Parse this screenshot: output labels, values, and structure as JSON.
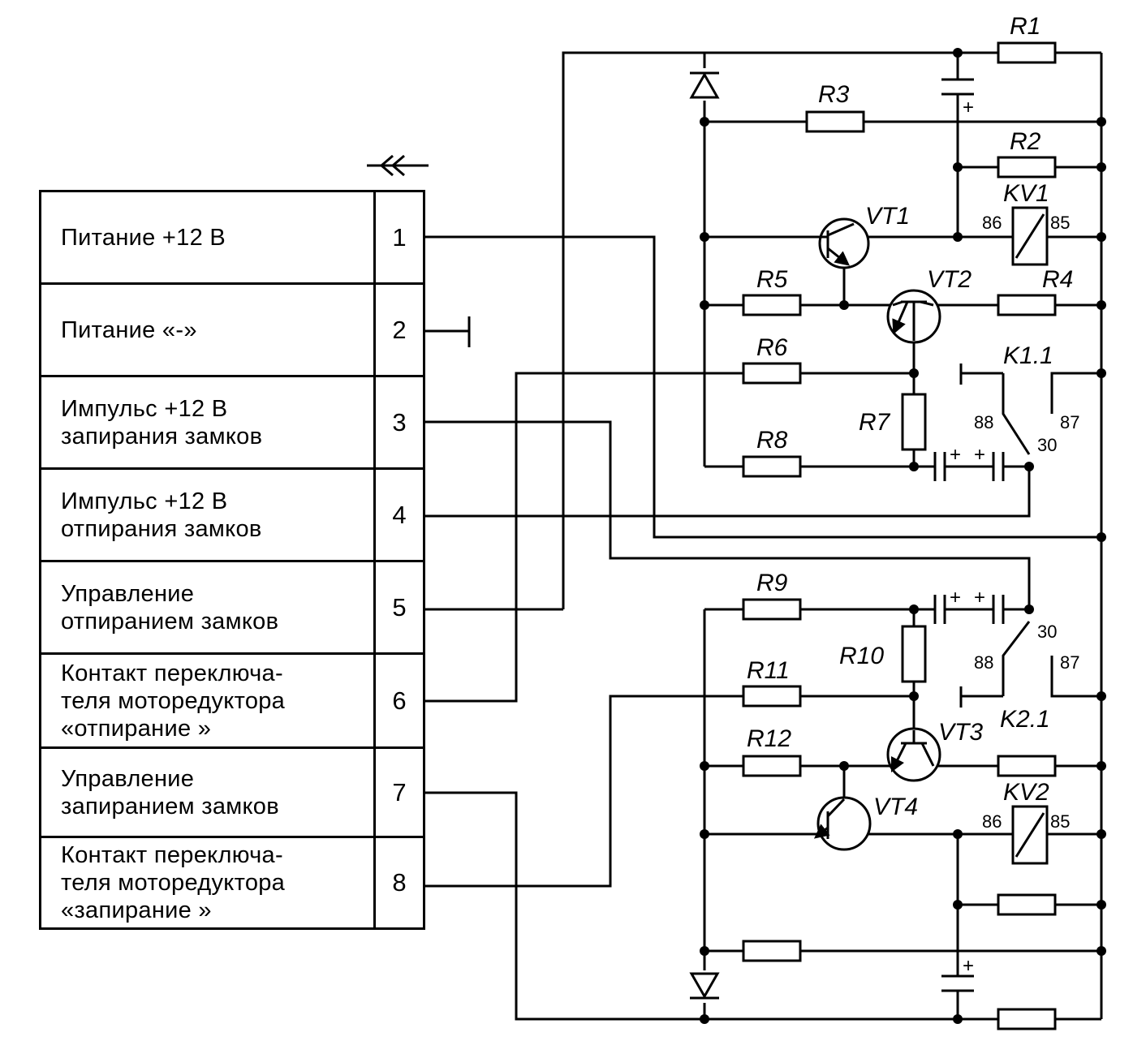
{
  "connector": {
    "rows": [
      {
        "label": "Питание +12 В",
        "pin": "1"
      },
      {
        "label": "Питание «-»",
        "pin": "2"
      },
      {
        "label": "Импульс +12 В\nзапирания замков",
        "pin": "3"
      },
      {
        "label": "Импульс +12 В\nотпирания замков",
        "pin": "4"
      },
      {
        "label": "Управление\nотпиранием замков",
        "pin": "5"
      },
      {
        "label": "Контакт переключа-\nтеля моторедуктора\n«отпирание »",
        "pin": "6"
      },
      {
        "label": "Управление\nзапиранием замков",
        "pin": "7"
      },
      {
        "label": "Контакт переключа-\nтеля моторедуктора\n«запирание »",
        "pin": "8"
      }
    ]
  },
  "labels": {
    "r1": "R1",
    "r2": "R2",
    "r3": "R3",
    "r4": "R4",
    "r5": "R5",
    "r6": "R6",
    "r7": "R7",
    "r8": "R8",
    "r9": "R9",
    "r10": "R10",
    "r11": "R11",
    "r12": "R12",
    "vt1": "VT1",
    "vt2": "VT2",
    "vt3": "VT3",
    "vt4": "VT4",
    "kv1": "KV1",
    "kv2": "KV2",
    "k11": "K1.1",
    "k21": "K2.1",
    "p86": "86",
    "p85": "85",
    "p88": "88",
    "p87": "87",
    "p30": "30",
    "plus": "+"
  }
}
